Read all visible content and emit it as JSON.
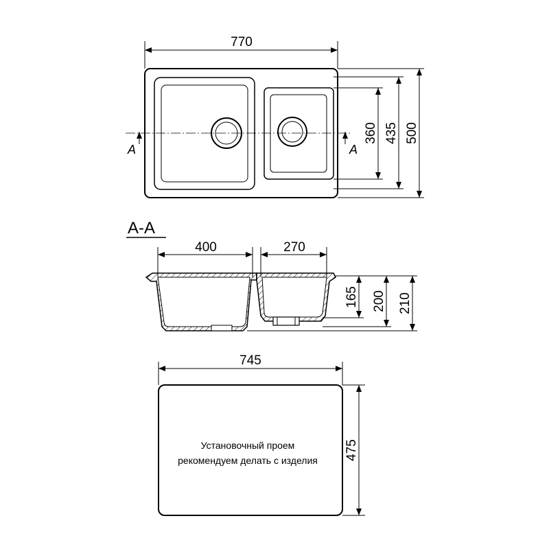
{
  "top_view": {
    "overall_width": "770",
    "height_small_bowl": "360",
    "height_inner": "435",
    "height_overall": "500",
    "section_mark_left": "A",
    "section_mark_right": "A"
  },
  "section_view": {
    "title": "A-A",
    "bowl_left_width": "400",
    "bowl_right_width": "270",
    "depth_small": "165",
    "depth_large": "200",
    "depth_overall": "210"
  },
  "cutout": {
    "width": "745",
    "height": "475",
    "note_line1": "Установочный проем",
    "note_line2": "рекомендуем делать с изделия"
  }
}
